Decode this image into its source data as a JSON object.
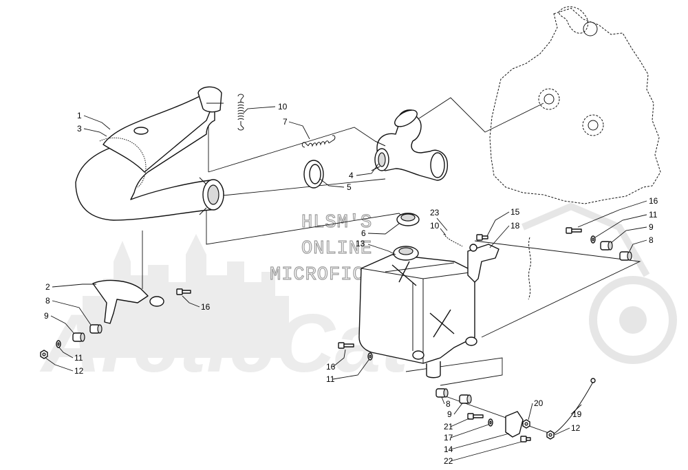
{
  "watermark": {
    "line1": "HLSM'S",
    "line2": "ONLINE",
    "line3": "MICROFICHE",
    "logo_text": "ArcticCat",
    "color": "#ececec"
  },
  "callouts": [
    {
      "id": "c1",
      "label": "1"
    },
    {
      "id": "c3",
      "label": "3"
    },
    {
      "id": "c10a",
      "label": "10"
    },
    {
      "id": "c7",
      "label": "7"
    },
    {
      "id": "c4",
      "label": "4"
    },
    {
      "id": "c5",
      "label": "5"
    },
    {
      "id": "c6",
      "label": "6"
    },
    {
      "id": "c13",
      "label": "13"
    },
    {
      "id": "c23",
      "label": "23"
    },
    {
      "id": "c10b",
      "label": "10"
    },
    {
      "id": "c15",
      "label": "15"
    },
    {
      "id": "c18",
      "label": "18"
    },
    {
      "id": "c16a",
      "label": "16"
    },
    {
      "id": "c11a",
      "label": "11"
    },
    {
      "id": "c9a",
      "label": "9"
    },
    {
      "id": "c8a",
      "label": "8"
    },
    {
      "id": "c2",
      "label": "2"
    },
    {
      "id": "c8b",
      "label": "8"
    },
    {
      "id": "c9b",
      "label": "9"
    },
    {
      "id": "c16b",
      "label": "16"
    },
    {
      "id": "c11b",
      "label": "11"
    },
    {
      "id": "c12a",
      "label": "12"
    },
    {
      "id": "c16c",
      "label": "16"
    },
    {
      "id": "c11c",
      "label": "11"
    },
    {
      "id": "c8c",
      "label": "8"
    },
    {
      "id": "c9c",
      "label": "9"
    },
    {
      "id": "c20",
      "label": "20"
    },
    {
      "id": "c19",
      "label": "19"
    },
    {
      "id": "c21",
      "label": "21"
    },
    {
      "id": "c17",
      "label": "17"
    },
    {
      "id": "c14",
      "label": "14"
    },
    {
      "id": "c12b",
      "label": "12"
    },
    {
      "id": "c22",
      "label": "22"
    }
  ]
}
